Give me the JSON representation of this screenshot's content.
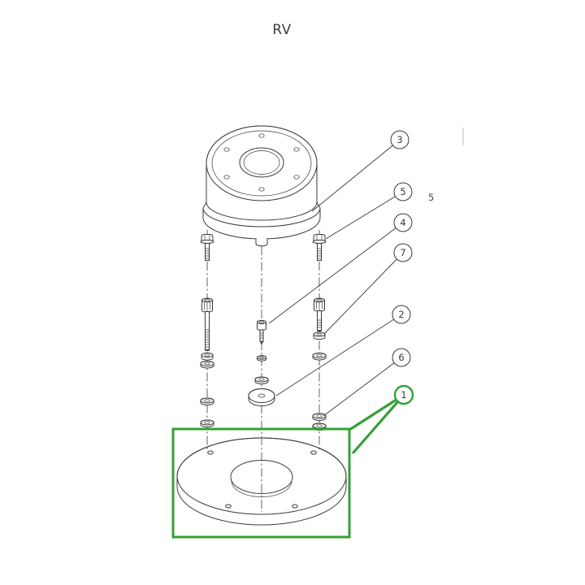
{
  "page": {
    "title": "RV"
  },
  "drawing": {
    "line_color": "#3a3a3a",
    "highlight_color": "#35a035",
    "background_color": "#ffffff"
  },
  "callouts": [
    {
      "label": "3"
    },
    {
      "label": "5"
    },
    {
      "label": "4"
    },
    {
      "label": "7"
    },
    {
      "label": "2"
    },
    {
      "label": "6"
    },
    {
      "label": "1"
    }
  ],
  "annotations": {
    "stray_label": "5"
  }
}
